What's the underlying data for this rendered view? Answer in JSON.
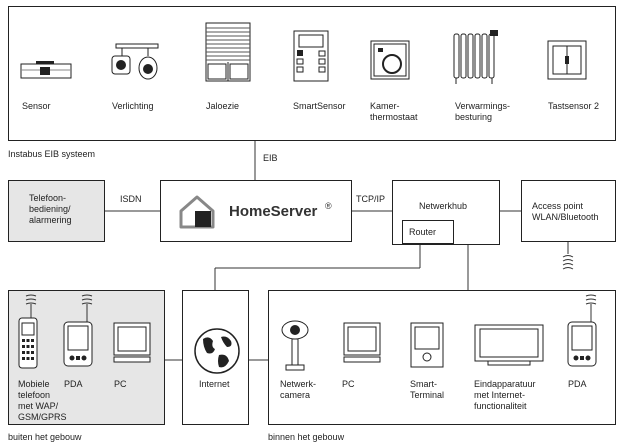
{
  "top_devices": {
    "sensor": "Sensor",
    "verlichting": "Verlichting",
    "jaloezie": "Jaloezie",
    "smartsensor": "SmartSensor",
    "kamerthermostaat": "Kamer-\nthermostaat",
    "verwarmingsbesturing": "Verwarmings-\nbesturing",
    "tastsensor": "Tastsensor 2"
  },
  "labels": {
    "instabus": "Instabus EIB systeem",
    "eib": "EIB",
    "isdn": "ISDN",
    "tcpip": "TCP/IP",
    "telefoon": "Telefoon-\nbediening/\nalarmering",
    "homeserver": "HomeServer",
    "homeserver_reg": "®",
    "netwerkhub": "Netwerkhub",
    "router": "Router",
    "accesspoint": "Access point\nWLAN/Bluetooth",
    "internet": "Internet"
  },
  "outside": {
    "mobile": "Mobiele\ntelefoon\nmet WAP/\nGSM/GPRS",
    "pda": "PDA",
    "pc": "PC",
    "caption": "buiten het gebouw"
  },
  "inside": {
    "camera": "Netwerk-\ncamera",
    "pc": "PC",
    "smartterminal": "Smart-\nTerminal",
    "eindapparatuur": "Eindapparatuur\nmet Internet-\nfunctionaliteit",
    "pda": "PDA",
    "caption": "binnen het gebouw"
  }
}
